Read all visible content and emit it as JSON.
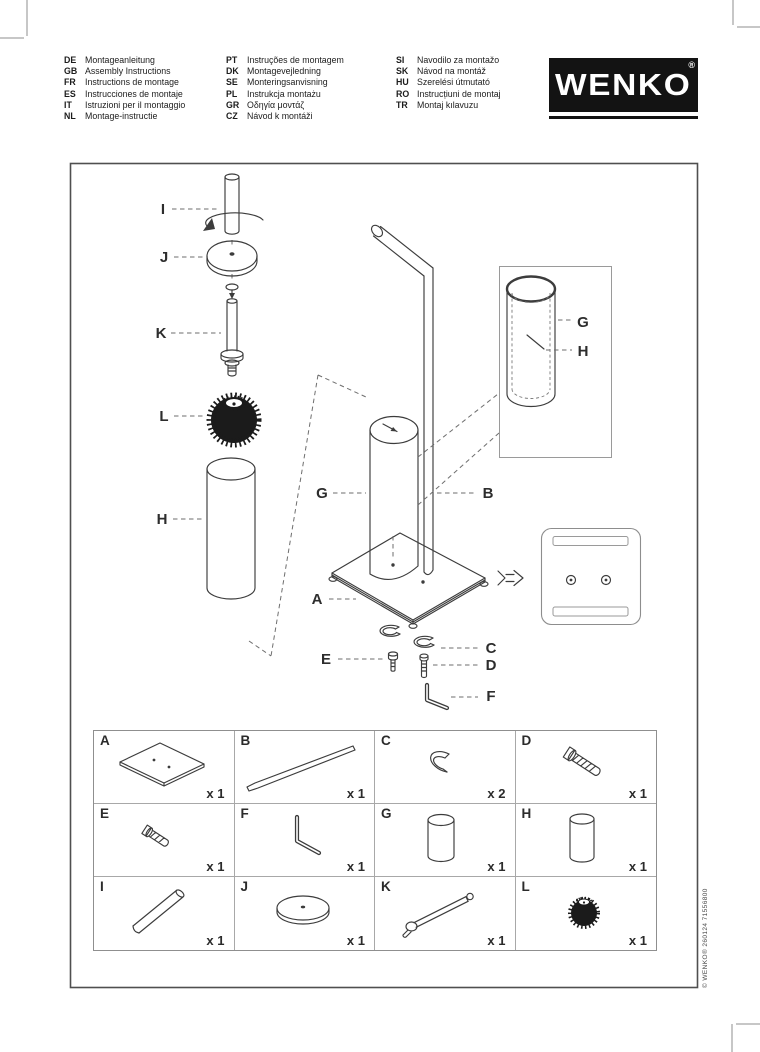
{
  "header": {
    "languages": [
      {
        "code": "DE",
        "name": "Montageanleitung"
      },
      {
        "code": "GB",
        "name": "Assembly Instructions"
      },
      {
        "code": "FR",
        "name": "Instructions de montage"
      },
      {
        "code": "ES",
        "name": "Instrucciones de montaje"
      },
      {
        "code": "IT",
        "name": "Istruzioni per il montaggio"
      },
      {
        "code": "NL",
        "name": "Montage-instructie"
      },
      {
        "code": "PT",
        "name": "Instruções de montagem"
      },
      {
        "code": "DK",
        "name": "Montagevejledning"
      },
      {
        "code": "SE",
        "name": "Monteringsanvisning"
      },
      {
        "code": "PL",
        "name": "Instrukcja montażu"
      },
      {
        "code": "GR",
        "name": "Οδηγία μοντάζ"
      },
      {
        "code": "CZ",
        "name": "Návod k montáži"
      },
      {
        "code": "SI",
        "name": "Navodilo za montažo"
      },
      {
        "code": "SK",
        "name": "Návod na montáž"
      },
      {
        "code": "HU",
        "name": "Szerelési útmutató"
      },
      {
        "code": "RO",
        "name": "Instrucțiuni de montaj"
      },
      {
        "code": "TR",
        "name": "Montaj kılavuzu"
      }
    ],
    "logo": {
      "text": "WENKO",
      "registered": "®"
    }
  },
  "diagram": {
    "labels": {
      "I": "I",
      "J": "J",
      "K": "K",
      "L": "L",
      "H": "H",
      "G": "G",
      "B": "B",
      "A": "A",
      "E": "E",
      "C": "C",
      "D": "D",
      "F": "F"
    },
    "inset_labels": {
      "G": "G",
      "H": "H"
    }
  },
  "parts": [
    {
      "letter": "A",
      "qty": "x 1"
    },
    {
      "letter": "B",
      "qty": "x 1"
    },
    {
      "letter": "C",
      "qty": "x 2"
    },
    {
      "letter": "D",
      "qty": "x 1"
    },
    {
      "letter": "E",
      "qty": "x 1"
    },
    {
      "letter": "F",
      "qty": "x 1"
    },
    {
      "letter": "G",
      "qty": "x 1"
    },
    {
      "letter": "H",
      "qty": "x 1"
    },
    {
      "letter": "I",
      "qty": "x 1"
    },
    {
      "letter": "J",
      "qty": "x 1"
    },
    {
      "letter": "K",
      "qty": "x 1"
    },
    {
      "letter": "L",
      "qty": "x 1"
    }
  ],
  "footer": {
    "vertical_text": "© WENKO® 260124 71556800"
  }
}
